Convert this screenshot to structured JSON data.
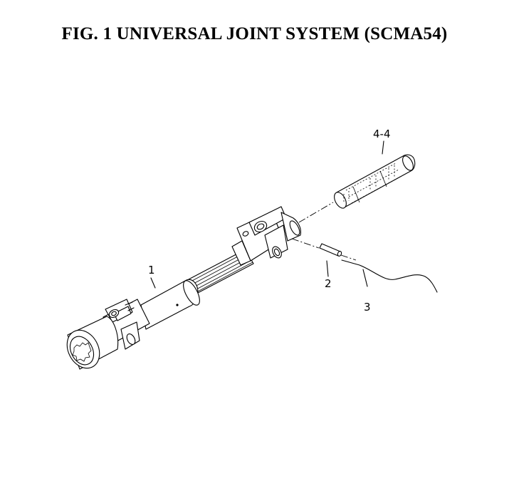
{
  "figure": {
    "title": "FIG. 1  UNIVERSAL JOINT SYSTEM (SCMA54)"
  },
  "callouts": [
    {
      "id": "part-1",
      "label": "1"
    },
    {
      "id": "part-2",
      "label": "2"
    },
    {
      "id": "part-3",
      "label": "3"
    },
    {
      "id": "part-4-4",
      "label": "4-4"
    }
  ],
  "colors": {
    "ink": "#000000",
    "paper": "#ffffff"
  }
}
